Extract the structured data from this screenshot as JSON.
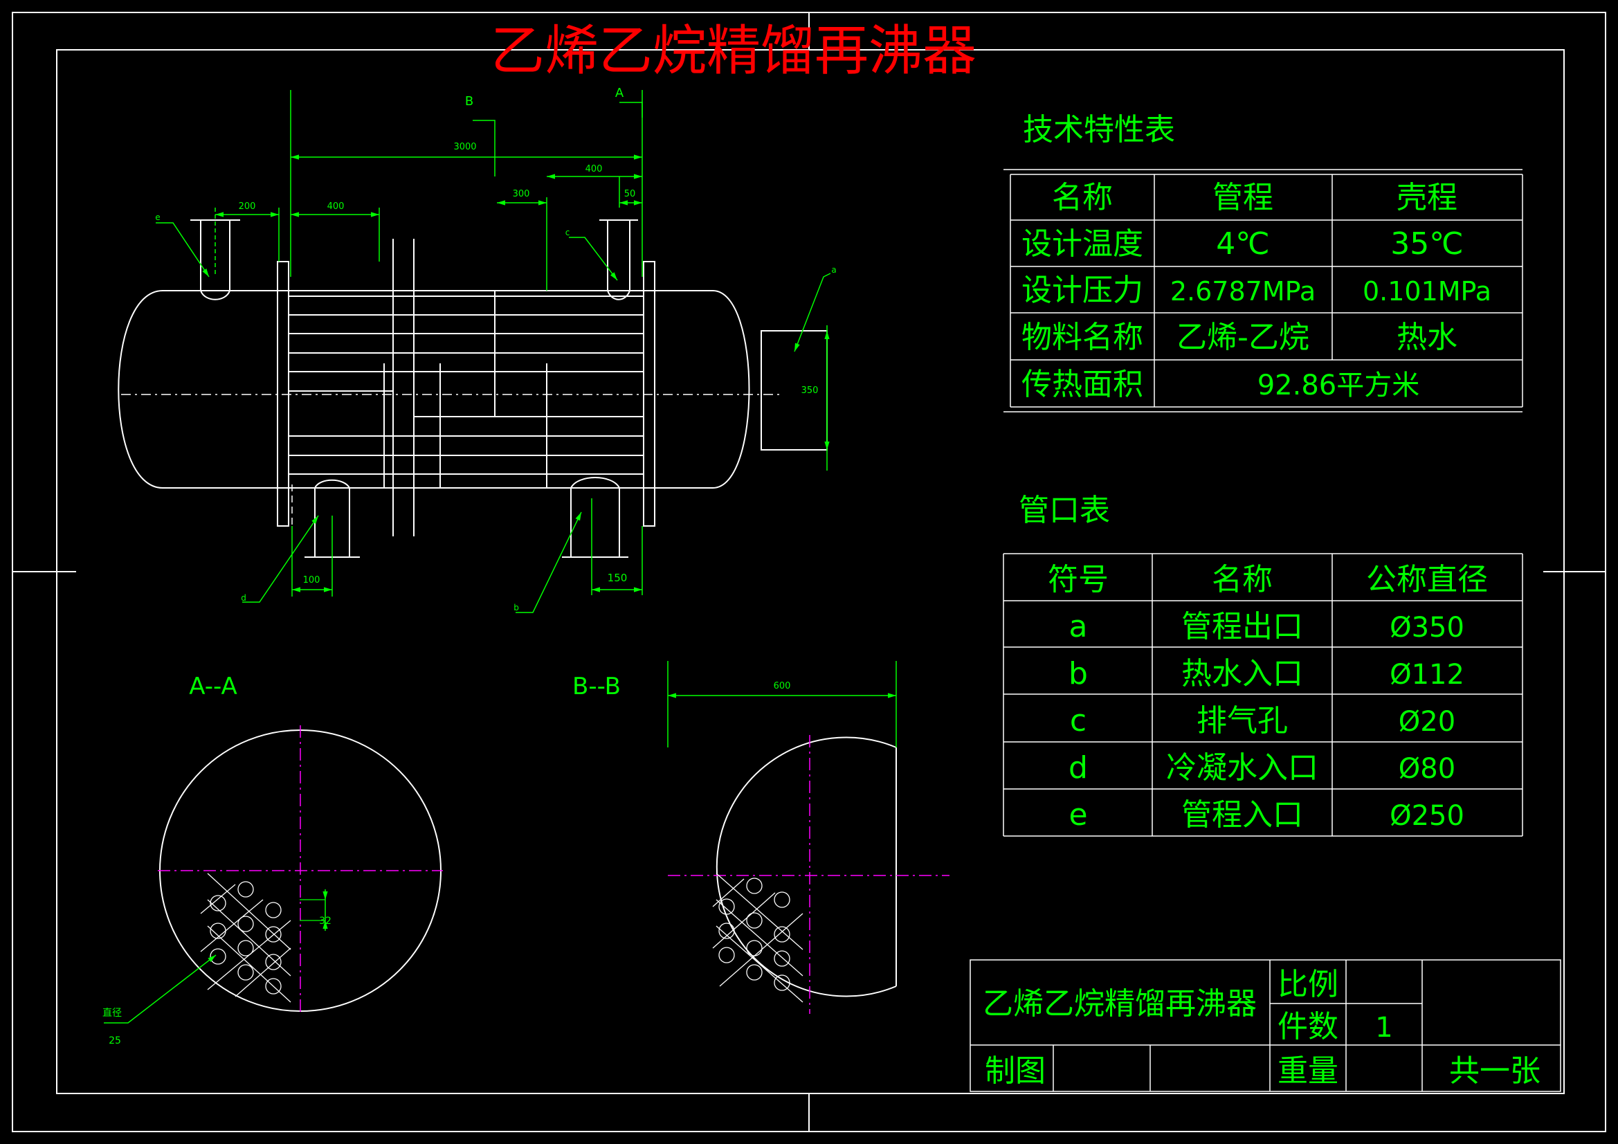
{
  "title": "乙烯乙烷精馏再沸器",
  "colors": {
    "background": "#000000",
    "outline": "#ffffff",
    "dimension": "#00ff00",
    "text": "#00ff00",
    "centerline": "#ff00ff",
    "title": "#ff0000"
  },
  "elevation": {
    "section_marks": {
      "a": "A",
      "b": "B"
    },
    "dims": {
      "overall": "3000",
      "e_offset": "200",
      "left_baffle": "400",
      "mid": "300",
      "right_top": "400",
      "c_offset": "50",
      "right_nozzle": "350",
      "d_nozzle": "100",
      "b_nozzle": "150"
    },
    "nozzle_tags": {
      "a": "a",
      "b": "b",
      "c": "c",
      "d": "d",
      "e": "e"
    }
  },
  "section_aa": {
    "label": "A--A",
    "pitch": "32",
    "diameter_label": "直径",
    "diameter_value": "25"
  },
  "section_bb": {
    "label": "B--B",
    "width": "600"
  },
  "tech_table": {
    "heading": "技术特性表",
    "headers": [
      "名称",
      "管程",
      "壳程"
    ],
    "rows": [
      [
        "设计温度",
        "4℃",
        "35℃"
      ],
      [
        "设计压力",
        "2.6787MPa",
        "0.101MPa"
      ],
      [
        "物料名称",
        "乙烯-乙烷",
        "热水"
      ]
    ],
    "area_label": "传热面积",
    "area_value": "92.86平方米"
  },
  "nozzle_table": {
    "heading": "管口表",
    "headers": [
      "符号",
      "名称",
      "公称直径"
    ],
    "rows": [
      [
        "a",
        "管程出口",
        "Ø350"
      ],
      [
        "b",
        "热水入口",
        "Ø112"
      ],
      [
        "c",
        "排气孔",
        "Ø20"
      ],
      [
        "d",
        "冷凝水入口",
        "Ø80"
      ],
      [
        "e",
        "管程入口",
        "Ø250"
      ]
    ]
  },
  "title_block": {
    "name": "乙烯乙烷精馏再沸器",
    "scale_label": "比例",
    "scale_value": "",
    "quantity_label": "件数",
    "quantity_value": "1",
    "drawn_label": "制图",
    "weight_label": "重量",
    "sheets": "共一张"
  }
}
